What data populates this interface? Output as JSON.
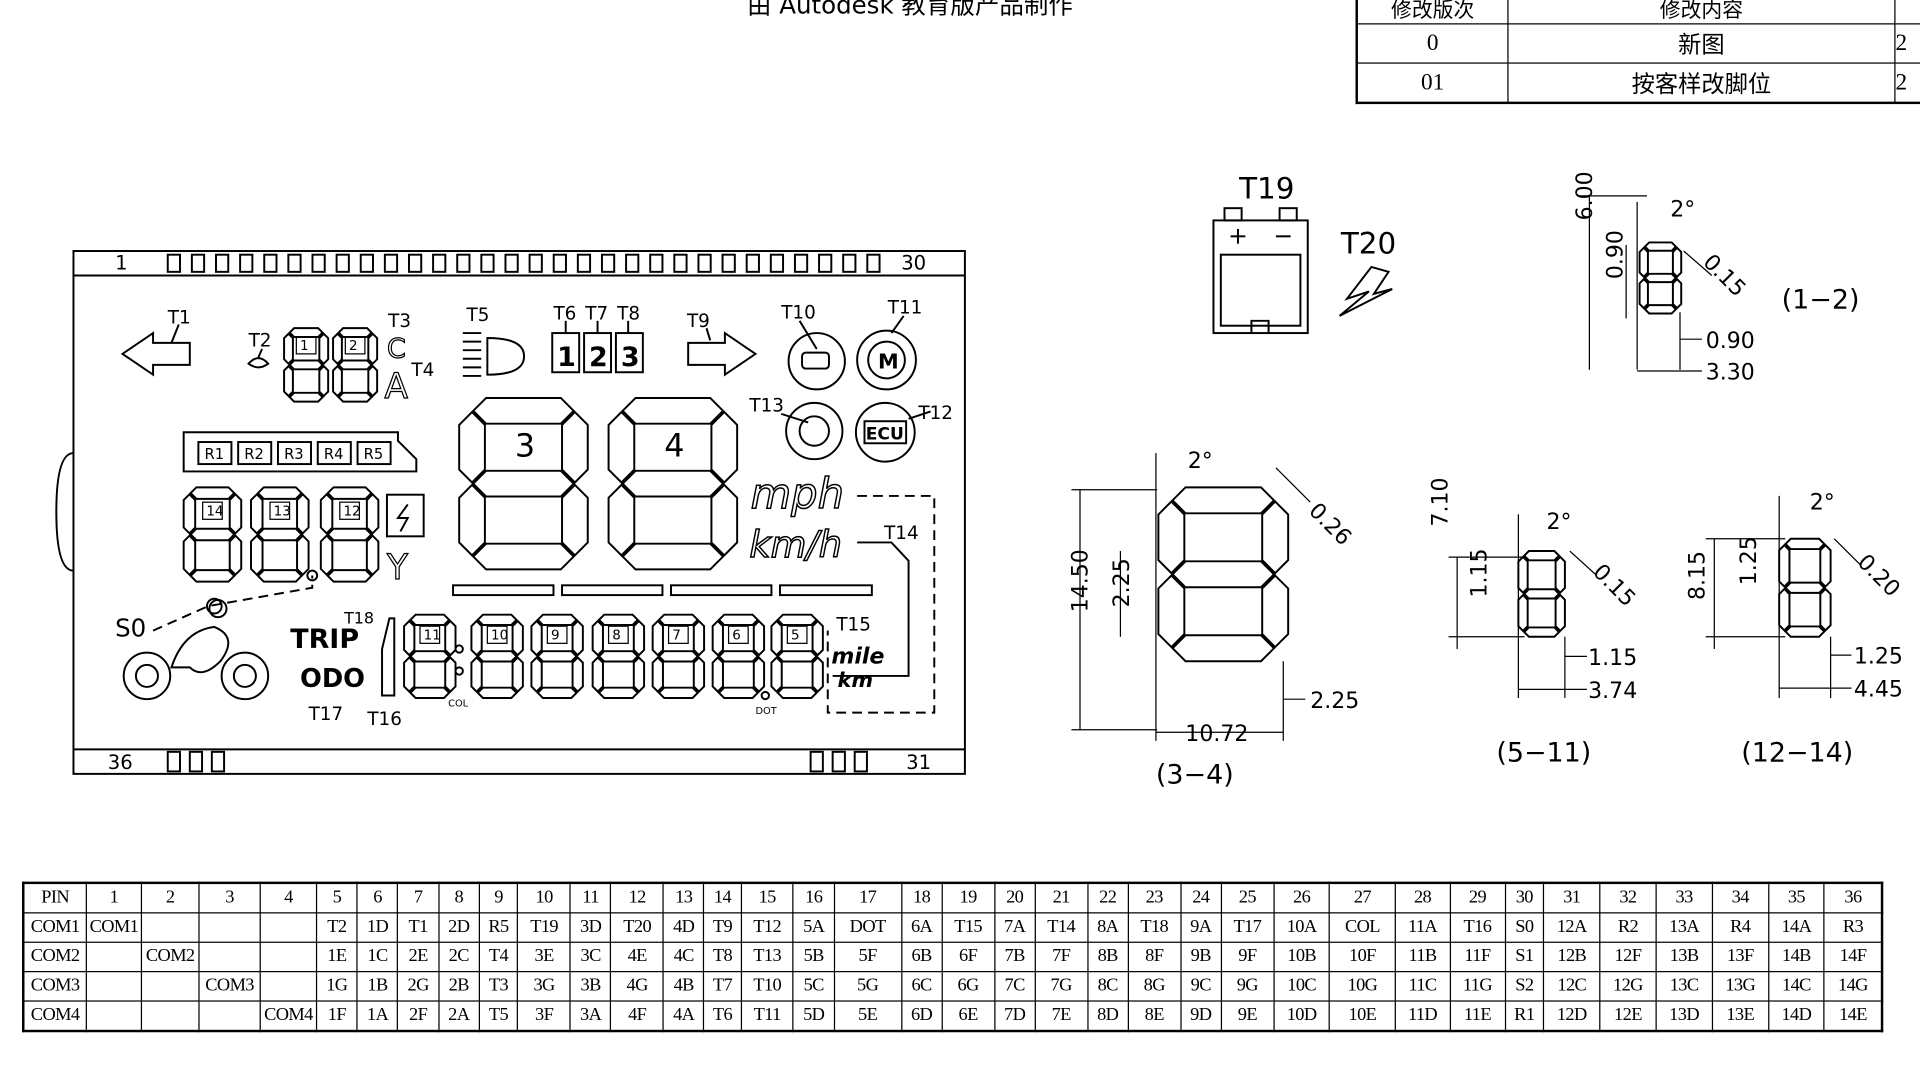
{
  "header": {
    "watermark_title": "由 Autodesk 教育版产品制作",
    "revision_table": {
      "headers": [
        "修改版次",
        "修改内容",
        ""
      ],
      "rows": [
        {
          "version": "0",
          "content": "新图",
          "extra": "2"
        },
        {
          "version": "01",
          "content": "按客样改脚位",
          "extra": "2"
        }
      ]
    }
  },
  "lcd": {
    "pin_first_top": "1",
    "pin_last_top": "30",
    "pin_first_bottom": "36",
    "pin_last_bottom": "31",
    "digit_labels": {
      "d1": "1",
      "d2": "2",
      "d3": "3",
      "d4": "4",
      "d5": "5",
      "d6": "6",
      "d7": "7",
      "d8": "8",
      "d9": "9",
      "d10": "10",
      "d11": "11",
      "d12": "12",
      "d13": "13",
      "d14": "14"
    },
    "icons": {
      "T1": "T1",
      "T2": "T2",
      "T3": "T3",
      "T4": "T4",
      "T5": "T5",
      "T6": "T6",
      "T7": "T7",
      "T8": "T8",
      "T9": "T9",
      "T10": "T10",
      "T11": "T11",
      "T12": "T12",
      "T13": "T13",
      "T14": "T14",
      "T15": "T15",
      "T16": "T16",
      "T17": "T17",
      "T18": "T18",
      "S0": "S0"
    },
    "gear_boxes": [
      "1",
      "2",
      "3"
    ],
    "ride_modes": [
      "R1",
      "R2",
      "R3",
      "R4",
      "R5"
    ],
    "speed_units": [
      "mph",
      "km/h"
    ],
    "distance_units": [
      "mile",
      "km"
    ],
    "trip_label": "TRIP",
    "odo_label": "ODO",
    "col_label": "COL",
    "dot_label": "DOT",
    "ecu_label": "ECU",
    "motor_label": "M",
    "A_label": "A",
    "C_label": "C",
    "Y_label": "Y"
  },
  "details": {
    "battery_label": "T19",
    "bolt_label": "T20",
    "d12": {
      "caption": "(1−2)",
      "dims": [
        "6.00",
        "0.90",
        "2°",
        "0.15",
        "0.90",
        "3.30"
      ]
    },
    "d34": {
      "caption": "(3−4)",
      "dims": [
        "2°",
        "0.26",
        "14.50",
        "2.25",
        "2.25",
        "10.72"
      ]
    },
    "d511": {
      "caption": "(5−11)",
      "dims": [
        "7.10",
        "2°",
        "0.15",
        "1.15",
        "1.15",
        "3.74"
      ]
    },
    "d1214": {
      "caption": "(12−14)",
      "dims": [
        "8.15",
        "2°",
        "0.20",
        "1.25",
        "1.25",
        "4.45"
      ]
    }
  },
  "pin_table": {
    "header": [
      "PIN",
      "1",
      "2",
      "3",
      "4",
      "5",
      "6",
      "7",
      "8",
      "9",
      "10",
      "11",
      "12",
      "13",
      "14",
      "15",
      "16",
      "17",
      "18",
      "19",
      "20",
      "21",
      "22",
      "23",
      "24",
      "25",
      "26",
      "27",
      "28",
      "29",
      "30",
      "31",
      "32",
      "33",
      "34",
      "35",
      "36"
    ],
    "rows": [
      [
        "COM1",
        "COM1",
        "",
        "",
        "",
        "T2",
        "1D",
        "T1",
        "2D",
        "R5",
        "T19",
        "3D",
        "T20",
        "4D",
        "T9",
        "T12",
        "5A",
        "DOT",
        "6A",
        "T15",
        "7A",
        "T14",
        "8A",
        "T18",
        "9A",
        "T17",
        "10A",
        "COL",
        "11A",
        "T16",
        "S0",
        "12A",
        "R2",
        "13A",
        "R4",
        "14A",
        "R3"
      ],
      [
        "COM2",
        "",
        "COM2",
        "",
        "",
        "1E",
        "1C",
        "2E",
        "2C",
        "T4",
        "3E",
        "3C",
        "4E",
        "4C",
        "T8",
        "T13",
        "5B",
        "5F",
        "6B",
        "6F",
        "7B",
        "7F",
        "8B",
        "8F",
        "9B",
        "9F",
        "10B",
        "10F",
        "11B",
        "11F",
        "S1",
        "12B",
        "12F",
        "13B",
        "13F",
        "14B",
        "14F"
      ],
      [
        "COM3",
        "",
        "",
        "COM3",
        "",
        "1G",
        "1B",
        "2G",
        "2B",
        "T3",
        "3G",
        "3B",
        "4G",
        "4B",
        "T7",
        "T10",
        "5C",
        "5G",
        "6C",
        "6G",
        "7C",
        "7G",
        "8C",
        "8G",
        "9C",
        "9G",
        "10C",
        "10G",
        "11C",
        "11G",
        "S2",
        "12C",
        "12G",
        "13C",
        "13G",
        "14C",
        "14G"
      ],
      [
        "COM4",
        "",
        "",
        "",
        "COM4",
        "1F",
        "1A",
        "2F",
        "2A",
        "T5",
        "3F",
        "3A",
        "4F",
        "4A",
        "T6",
        "T11",
        "5D",
        "5E",
        "6D",
        "6E",
        "7D",
        "7E",
        "8D",
        "8E",
        "9D",
        "9E",
        "10D",
        "10E",
        "11D",
        "11E",
        "R1",
        "12D",
        "12E",
        "13D",
        "13E",
        "14D",
        "14E"
      ]
    ]
  }
}
